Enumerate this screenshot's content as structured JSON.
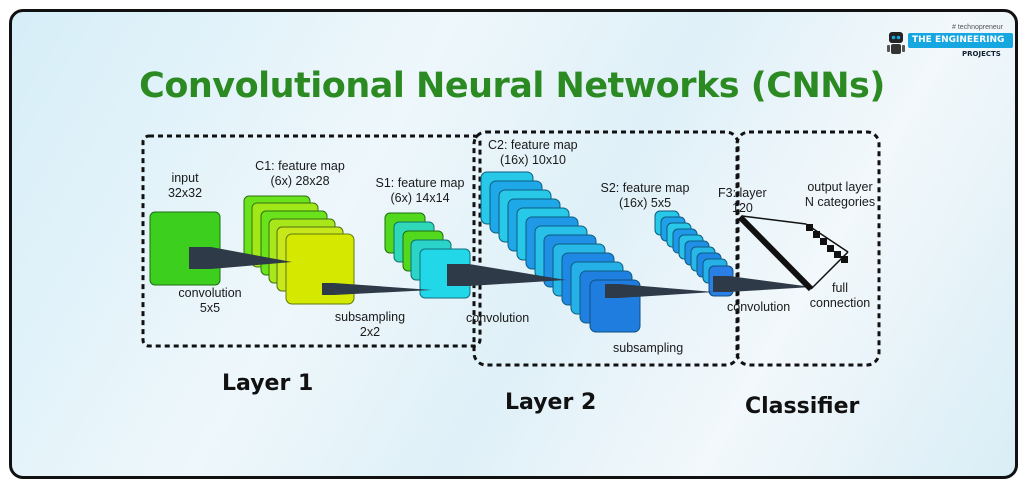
{
  "title": "Convolutional Neural Networks (CNNs)",
  "logo": {
    "tagline": "# technopreneur",
    "brand": "THE ENGINEERING",
    "sub": "PROJECTS"
  },
  "labels": {
    "input": "input",
    "input_size": "32x32",
    "c1_title": "C1: feature map",
    "c1_size": "(6x) 28x28",
    "s1_title": "S1: feature map",
    "s1_size": "(6x) 14x14",
    "c2_title": "C2: feature map",
    "c2_size": "(16x) 10x10",
    "s2_title": "S2: feature map",
    "s2_size": "(16x) 5x5",
    "f3_title": "F3: layer",
    "f3_size": "120",
    "out_title": "output layer",
    "out_sub": "N categories",
    "conv1": "convolution",
    "conv1_size": "5x5",
    "sub1": "subsampling",
    "sub1_size": "2x2",
    "conv2": "convolution",
    "sub2": "subsampling",
    "conv3": "convolution",
    "full1": "full",
    "full2": "connection"
  },
  "sections": {
    "layer1": "Layer 1",
    "layer2": "Layer 2",
    "classifier": "Classifier"
  },
  "colors": {
    "title": "#2c8a22",
    "input": "#3ccf1e",
    "c1": "#d4e800",
    "s1": "#22d8e8",
    "c2": "#1f7de0",
    "s2": "#2a7fe6",
    "dark": "#2f3a48"
  }
}
